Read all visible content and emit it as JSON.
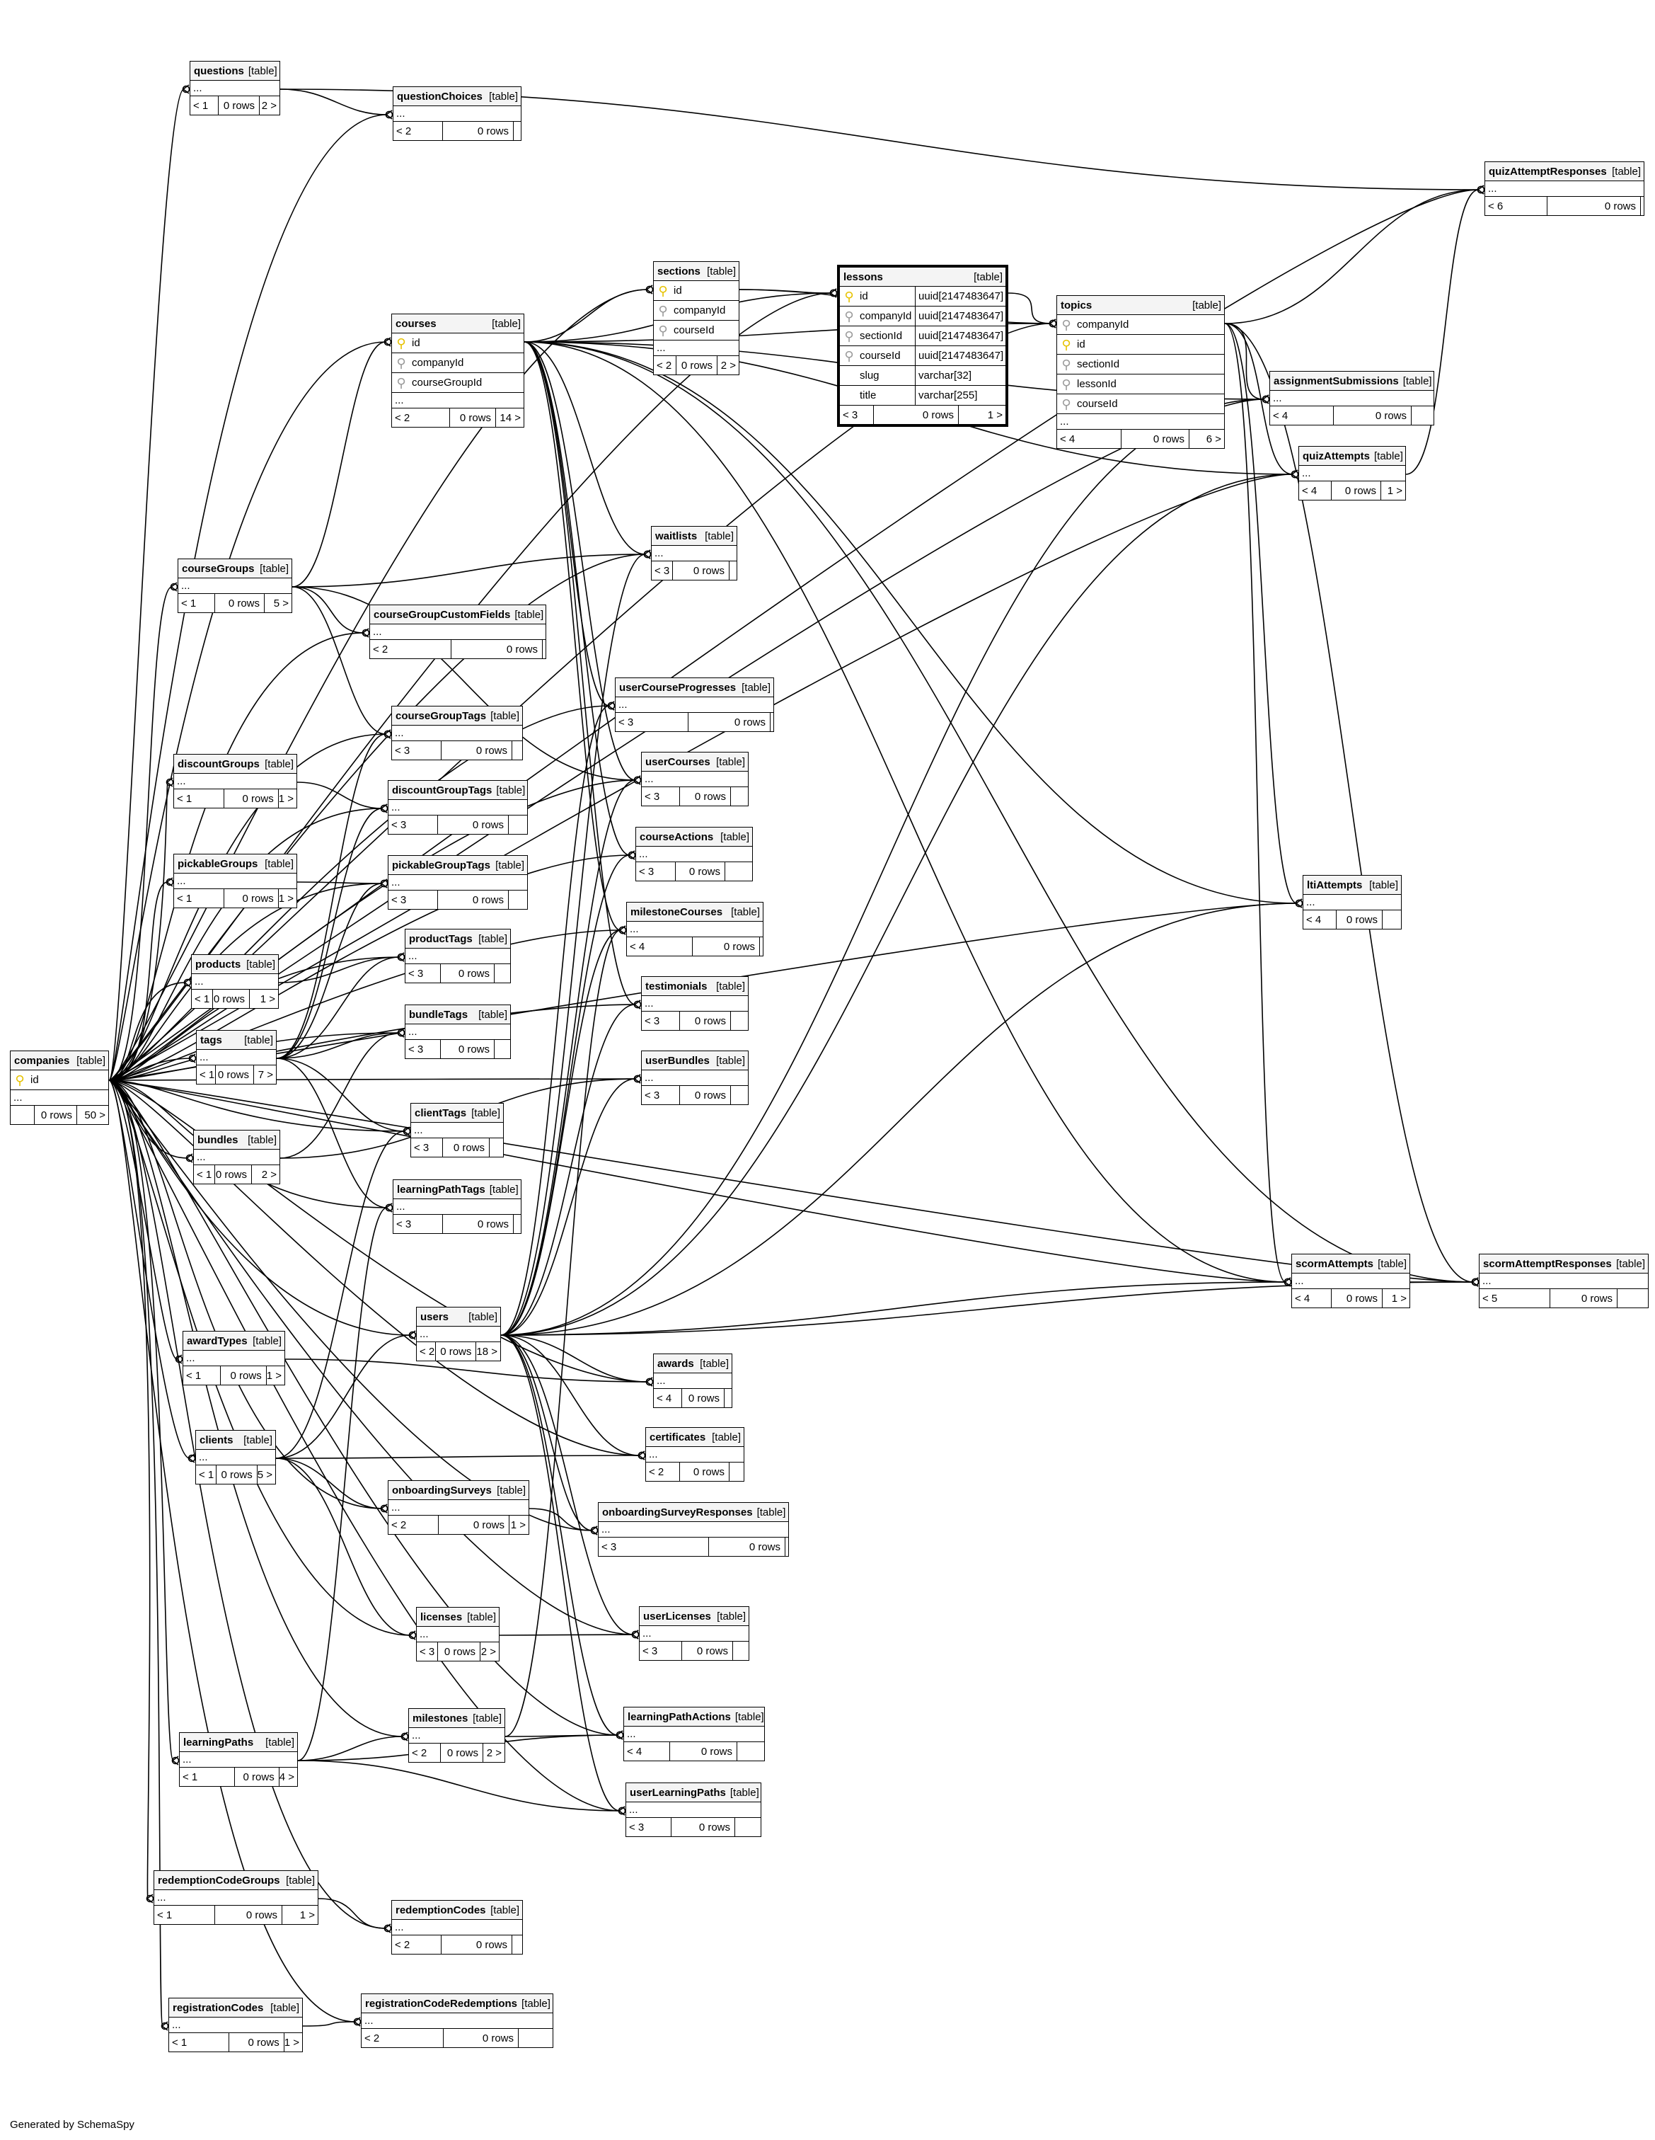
{
  "footer": {
    "generated_by": "Generated by SchemaSpy"
  },
  "icons": {
    "primary_key": "key-icon",
    "foreign_key": "foreign-key-icon"
  },
  "colors": {
    "primary_key": "#e6c200",
    "foreign_key": "#9a9a9a",
    "lines": "#000000"
  },
  "tables": [
    {
      "name": "questions",
      "type": "[table]",
      "parents": "< 1",
      "rows": "0 rows",
      "children": "2 >"
    },
    {
      "name": "questionChoices",
      "type": "[table]",
      "parents": "< 2",
      "rows": "0 rows",
      "children": ""
    },
    {
      "name": "quizAttemptResponses",
      "type": "[table]",
      "parents": "< 6",
      "rows": "0 rows",
      "children": ""
    },
    {
      "name": "sections",
      "type": "[table]",
      "columns": [
        {
          "key": "pk",
          "name": "id"
        },
        {
          "key": "fk",
          "name": "companyId"
        },
        {
          "key": "fk",
          "name": "courseId"
        }
      ],
      "parents": "< 2",
      "rows": "0 rows",
      "children": "2 >"
    },
    {
      "name": "lessons",
      "type": "[table]",
      "columns": [
        {
          "key": "pk",
          "name": "id",
          "type": "uuid[2147483647]"
        },
        {
          "key": "fk",
          "name": "companyId",
          "type": "uuid[2147483647]"
        },
        {
          "key": "fk",
          "name": "sectionId",
          "type": "uuid[2147483647]"
        },
        {
          "key": "fk",
          "name": "courseId",
          "type": "uuid[2147483647]"
        },
        {
          "key": "",
          "name": "slug",
          "type": "varchar[32]"
        },
        {
          "key": "",
          "name": "title",
          "type": "varchar[255]"
        }
      ],
      "parents": "< 3",
      "rows": "0 rows",
      "children": "1 >"
    },
    {
      "name": "topics",
      "type": "[table]",
      "columns": [
        {
          "key": "fk",
          "name": "companyId"
        },
        {
          "key": "pk",
          "name": "id"
        },
        {
          "key": "fk",
          "name": "sectionId"
        },
        {
          "key": "fk",
          "name": "lessonId"
        },
        {
          "key": "fk",
          "name": "courseId"
        }
      ],
      "parents": "< 4",
      "rows": "0 rows",
      "children": "6 >"
    },
    {
      "name": "courses",
      "type": "[table]",
      "columns": [
        {
          "key": "pk",
          "name": "id"
        },
        {
          "key": "fk",
          "name": "companyId"
        },
        {
          "key": "fk",
          "name": "courseGroupId"
        }
      ],
      "parents": "< 2",
      "rows": "0 rows",
      "children": "14 >"
    },
    {
      "name": "assignmentSubmissions",
      "type": "[table]",
      "parents": "< 4",
      "rows": "0 rows",
      "children": ""
    },
    {
      "name": "quizAttempts",
      "type": "[table]",
      "parents": "< 4",
      "rows": "0 rows",
      "children": "1 >"
    },
    {
      "name": "waitlists",
      "type": "[table]",
      "parents": "< 3",
      "rows": "0 rows",
      "children": ""
    },
    {
      "name": "courseGroups",
      "type": "[table]",
      "parents": "< 1",
      "rows": "0 rows",
      "children": "5 >"
    },
    {
      "name": "courseGroupCustomFields",
      "type": "[table]",
      "parents": "< 2",
      "rows": "0 rows",
      "children": ""
    },
    {
      "name": "userCourseProgresses",
      "type": "[table]",
      "parents": "< 3",
      "rows": "0 rows",
      "children": ""
    },
    {
      "name": "courseGroupTags",
      "type": "[table]",
      "parents": "< 3",
      "rows": "0 rows",
      "children": ""
    },
    {
      "name": "userCourses",
      "type": "[table]",
      "parents": "< 3",
      "rows": "0 rows",
      "children": ""
    },
    {
      "name": "discountGroups",
      "type": "[table]",
      "parents": "< 1",
      "rows": "0 rows",
      "children": "1 >"
    },
    {
      "name": "discountGroupTags",
      "type": "[table]",
      "parents": "< 3",
      "rows": "0 rows",
      "children": ""
    },
    {
      "name": "courseActions",
      "type": "[table]",
      "parents": "< 3",
      "rows": "0 rows",
      "children": ""
    },
    {
      "name": "pickableGroups",
      "type": "[table]",
      "parents": "< 1",
      "rows": "0 rows",
      "children": "1 >"
    },
    {
      "name": "pickableGroupTags",
      "type": "[table]",
      "parents": "< 3",
      "rows": "0 rows",
      "children": ""
    },
    {
      "name": "ltiAttempts",
      "type": "[table]",
      "parents": "< 4",
      "rows": "0 rows",
      "children": ""
    },
    {
      "name": "milestoneCourses",
      "type": "[table]",
      "parents": "< 4",
      "rows": "0 rows",
      "children": ""
    },
    {
      "name": "products",
      "type": "[table]",
      "parents": "< 1",
      "rows": "0 rows",
      "children": "1 >"
    },
    {
      "name": "productTags",
      "type": "[table]",
      "parents": "< 3",
      "rows": "0 rows",
      "children": ""
    },
    {
      "name": "testimonials",
      "type": "[table]",
      "parents": "< 3",
      "rows": "0 rows",
      "children": ""
    },
    {
      "name": "bundleTags",
      "type": "[table]",
      "parents": "< 3",
      "rows": "0 rows",
      "children": ""
    },
    {
      "name": "tags",
      "type": "[table]",
      "parents": "< 1",
      "rows": "0 rows",
      "children": "7 >"
    },
    {
      "name": "companies",
      "type": "[table]",
      "columns": [
        {
          "key": "pk",
          "name": "id"
        }
      ],
      "parents": "",
      "rows": "0 rows",
      "children": "50 >"
    },
    {
      "name": "userBundles",
      "type": "[table]",
      "parents": "< 3",
      "rows": "0 rows",
      "children": ""
    },
    {
      "name": "clientTags",
      "type": "[table]",
      "parents": "< 3",
      "rows": "0 rows",
      "children": ""
    },
    {
      "name": "bundles",
      "type": "[table]",
      "parents": "< 1",
      "rows": "0 rows",
      "children": "2 >"
    },
    {
      "name": "learningPathTags",
      "type": "[table]",
      "parents": "< 3",
      "rows": "0 rows",
      "children": ""
    },
    {
      "name": "scormAttempts",
      "type": "[table]",
      "parents": "< 4",
      "rows": "0 rows",
      "children": "1 >"
    },
    {
      "name": "scormAttemptResponses",
      "type": "[table]",
      "parents": "< 5",
      "rows": "0 rows",
      "children": ""
    },
    {
      "name": "users",
      "type": "[table]",
      "parents": "< 2",
      "rows": "0 rows",
      "children": "18 >"
    },
    {
      "name": "awardTypes",
      "type": "[table]",
      "parents": "< 1",
      "rows": "0 rows",
      "children": "1 >"
    },
    {
      "name": "awards",
      "type": "[table]",
      "parents": "< 4",
      "rows": "0 rows",
      "children": ""
    },
    {
      "name": "clients",
      "type": "[table]",
      "parents": "< 1",
      "rows": "0 rows",
      "children": "5 >"
    },
    {
      "name": "certificates",
      "type": "[table]",
      "parents": "< 2",
      "rows": "0 rows",
      "children": ""
    },
    {
      "name": "onboardingSurveys",
      "type": "[table]",
      "parents": "< 2",
      "rows": "0 rows",
      "children": "1 >"
    },
    {
      "name": "onboardingSurveyResponses",
      "type": "[table]",
      "parents": "< 3",
      "rows": "0 rows",
      "children": ""
    },
    {
      "name": "licenses",
      "type": "[table]",
      "parents": "< 3",
      "rows": "0 rows",
      "children": "2 >"
    },
    {
      "name": "userLicenses",
      "type": "[table]",
      "parents": "< 3",
      "rows": "0 rows",
      "children": ""
    },
    {
      "name": "milestones",
      "type": "[table]",
      "parents": "< 2",
      "rows": "0 rows",
      "children": "2 >"
    },
    {
      "name": "learningPathActions",
      "type": "[table]",
      "parents": "< 4",
      "rows": "0 rows",
      "children": ""
    },
    {
      "name": "learningPaths",
      "type": "[table]",
      "parents": "< 1",
      "rows": "0 rows",
      "children": "4 >"
    },
    {
      "name": "userLearningPaths",
      "type": "[table]",
      "parents": "< 3",
      "rows": "0 rows",
      "children": ""
    },
    {
      "name": "redemptionCodeGroups",
      "type": "[table]",
      "parents": "< 1",
      "rows": "0 rows",
      "children": "1 >"
    },
    {
      "name": "redemptionCodes",
      "type": "[table]",
      "parents": "< 2",
      "rows": "0 rows",
      "children": ""
    },
    {
      "name": "registrationCodes",
      "type": "[table]",
      "parents": "< 1",
      "rows": "0 rows",
      "children": "1 >"
    },
    {
      "name": "registrationCodeRedemptions",
      "type": "[table]",
      "parents": "< 2",
      "rows": "0 rows",
      "children": ""
    }
  ],
  "relationships": [
    [
      "companies",
      "questions"
    ],
    [
      "companies",
      "questionChoices"
    ],
    [
      "companies",
      "quizAttemptResponses"
    ],
    [
      "companies",
      "sections"
    ],
    [
      "companies",
      "lessons"
    ],
    [
      "companies",
      "topics"
    ],
    [
      "companies",
      "courses"
    ],
    [
      "companies",
      "assignmentSubmissions"
    ],
    [
      "companies",
      "quizAttempts"
    ],
    [
      "companies",
      "waitlists"
    ],
    [
      "companies",
      "courseGroups"
    ],
    [
      "companies",
      "courseGroupCustomFields"
    ],
    [
      "companies",
      "userCourseProgresses"
    ],
    [
      "companies",
      "courseGroupTags"
    ],
    [
      "companies",
      "userCourses"
    ],
    [
      "companies",
      "discountGroups"
    ],
    [
      "companies",
      "discountGroupTags"
    ],
    [
      "companies",
      "courseActions"
    ],
    [
      "companies",
      "pickableGroups"
    ],
    [
      "companies",
      "pickableGroupTags"
    ],
    [
      "companies",
      "ltiAttempts"
    ],
    [
      "companies",
      "milestoneCourses"
    ],
    [
      "companies",
      "products"
    ],
    [
      "companies",
      "productTags"
    ],
    [
      "companies",
      "testimonials"
    ],
    [
      "companies",
      "bundleTags"
    ],
    [
      "companies",
      "tags"
    ],
    [
      "companies",
      "userBundles"
    ],
    [
      "companies",
      "clientTags"
    ],
    [
      "companies",
      "bundles"
    ],
    [
      "companies",
      "learningPathTags"
    ],
    [
      "companies",
      "scormAttempts"
    ],
    [
      "companies",
      "scormAttemptResponses"
    ],
    [
      "companies",
      "users"
    ],
    [
      "companies",
      "awardTypes"
    ],
    [
      "companies",
      "awards"
    ],
    [
      "companies",
      "clients"
    ],
    [
      "companies",
      "certificates"
    ],
    [
      "companies",
      "onboardingSurveys"
    ],
    [
      "companies",
      "onboardingSurveyResponses"
    ],
    [
      "companies",
      "licenses"
    ],
    [
      "companies",
      "userLicenses"
    ],
    [
      "companies",
      "milestones"
    ],
    [
      "companies",
      "learningPathActions"
    ],
    [
      "companies",
      "learningPaths"
    ],
    [
      "companies",
      "userLearningPaths"
    ],
    [
      "companies",
      "redemptionCodeGroups"
    ],
    [
      "companies",
      "redemptionCodes"
    ],
    [
      "companies",
      "registrationCodes"
    ],
    [
      "companies",
      "registrationCodeRedemptions"
    ],
    [
      "questions",
      "questionChoices"
    ],
    [
      "questions",
      "quizAttemptResponses"
    ],
    [
      "courses",
      "sections"
    ],
    [
      "courses",
      "lessons"
    ],
    [
      "courses",
      "topics"
    ],
    [
      "courses",
      "assignmentSubmissions"
    ],
    [
      "courses",
      "quizAttempts"
    ],
    [
      "courses",
      "waitlists"
    ],
    [
      "courses",
      "userCourseProgresses"
    ],
    [
      "courses",
      "userCourses"
    ],
    [
      "courses",
      "courseActions"
    ],
    [
      "courses",
      "ltiAttempts"
    ],
    [
      "courses",
      "milestoneCourses"
    ],
    [
      "courses",
      "testimonials"
    ],
    [
      "courses",
      "scormAttempts"
    ],
    [
      "courses",
      "scormAttemptResponses"
    ],
    [
      "sections",
      "lessons"
    ],
    [
      "sections",
      "topics"
    ],
    [
      "lessons",
      "topics"
    ],
    [
      "topics",
      "assignmentSubmissions"
    ],
    [
      "topics",
      "quizAttempts"
    ],
    [
      "topics",
      "quizAttemptResponses"
    ],
    [
      "topics",
      "ltiAttempts"
    ],
    [
      "topics",
      "scormAttempts"
    ],
    [
      "topics",
      "scormAttemptResponses"
    ],
    [
      "quizAttempts",
      "quizAttemptResponses"
    ],
    [
      "scormAttempts",
      "scormAttemptResponses"
    ],
    [
      "courseGroups",
      "courses"
    ],
    [
      "courseGroups",
      "courseGroupCustomFields"
    ],
    [
      "courseGroups",
      "courseGroupTags"
    ],
    [
      "courseGroups",
      "waitlists"
    ],
    [
      "courseGroups",
      "userCourses"
    ],
    [
      "discountGroups",
      "discountGroupTags"
    ],
    [
      "pickableGroups",
      "pickableGroupTags"
    ],
    [
      "products",
      "productTags"
    ],
    [
      "tags",
      "courseGroupTags"
    ],
    [
      "tags",
      "discountGroupTags"
    ],
    [
      "tags",
      "pickableGroupTags"
    ],
    [
      "tags",
      "productTags"
    ],
    [
      "tags",
      "bundleTags"
    ],
    [
      "tags",
      "clientTags"
    ],
    [
      "tags",
      "learningPathTags"
    ],
    [
      "bundles",
      "bundleTags"
    ],
    [
      "bundles",
      "userBundles"
    ],
    [
      "users",
      "waitlists"
    ],
    [
      "users",
      "userCourseProgresses"
    ],
    [
      "users",
      "userCourses"
    ],
    [
      "users",
      "courseActions"
    ],
    [
      "users",
      "milestoneCourses"
    ],
    [
      "users",
      "testimonials"
    ],
    [
      "users",
      "userBundles"
    ],
    [
      "users",
      "awards"
    ],
    [
      "users",
      "certificates"
    ],
    [
      "users",
      "onboardingSurveyResponses"
    ],
    [
      "users",
      "userLicenses"
    ],
    [
      "users",
      "learningPathActions"
    ],
    [
      "users",
      "userLearningPaths"
    ],
    [
      "users",
      "scormAttempts"
    ],
    [
      "users",
      "ltiAttempts"
    ],
    [
      "users",
      "assignmentSubmissions"
    ],
    [
      "users",
      "quizAttempts"
    ],
    [
      "users",
      "scormAttemptResponses"
    ],
    [
      "awardTypes",
      "awards"
    ],
    [
      "clients",
      "users"
    ],
    [
      "clients",
      "clientTags"
    ],
    [
      "clients",
      "licenses"
    ],
    [
      "clients",
      "onboardingSurveys"
    ],
    [
      "clients",
      "certificates"
    ],
    [
      "onboardingSurveys",
      "onboardingSurveyResponses"
    ],
    [
      "licenses",
      "userLicenses"
    ],
    [
      "milestones",
      "milestoneCourses"
    ],
    [
      "milestones",
      "learningPathActions"
    ],
    [
      "learningPaths",
      "milestones"
    ],
    [
      "learningPaths",
      "learningPathTags"
    ],
    [
      "learningPaths",
      "learningPathActions"
    ],
    [
      "learningPaths",
      "userLearningPaths"
    ],
    [
      "redemptionCodeGroups",
      "redemptionCodes"
    ],
    [
      "registrationCodes",
      "registrationCodeRedemptions"
    ]
  ]
}
